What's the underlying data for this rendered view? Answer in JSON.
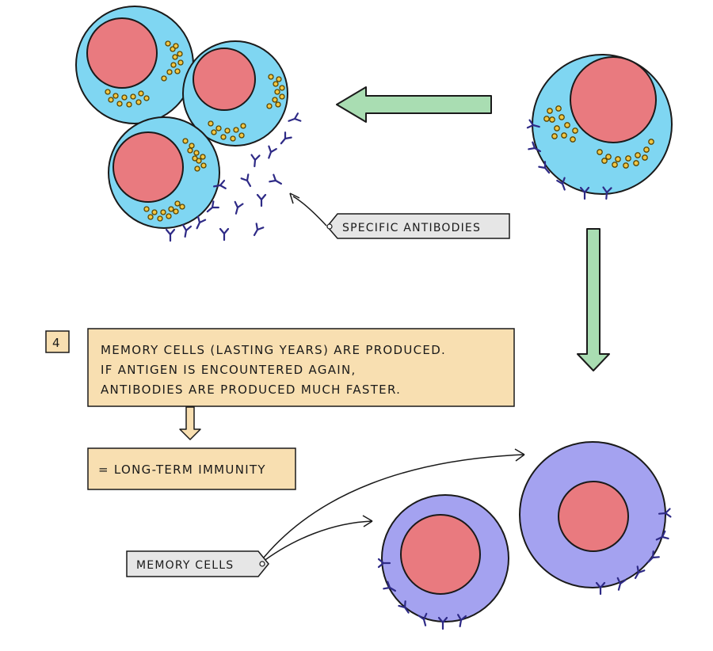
{
  "labels": {
    "specific_antibodies": "SPECIFIC ANTIBODIES",
    "memory_cells": "MEMORY CELLS"
  },
  "step": {
    "number": "4",
    "lines": [
      "MEMORY CELLS (LASTING YEARS) ARE PRODUCED.",
      "IF ANTIGEN IS ENCOUNTERED AGAIN,",
      "ANTIBODIES ARE PRODUCED MUCH FASTER."
    ],
    "result": "= LONG-TERM IMMUNITY"
  },
  "colors": {
    "plasma_cell": "#7fd6f2",
    "nucleus": "#e97a7f",
    "memory_cell": "#a4a2f0",
    "rough_er": "#f2c744",
    "antibody": "#2e2a86",
    "arrow_green": "#a9ddb2",
    "note_box": "#f8dfb1",
    "tag_fill": "#e6e6e6"
  }
}
